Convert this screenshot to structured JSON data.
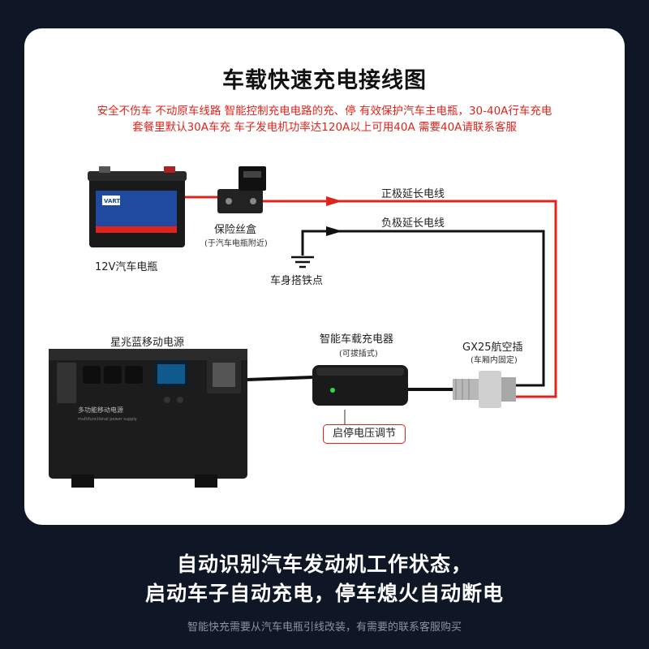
{
  "diagram": {
    "title": "车载快速充电接线图",
    "subtitle_line1": "安全不伤车 不动原车线路 智能控制充电电路的充、停 有效保护汽车主电瓶，30-40A行车充电",
    "subtitle_line2": "套餐里默认30A车充 车子发电机功率达120A以上可用40A 需要40A请联系客服",
    "battery_brand": "VARTA",
    "battery_label": "12V汽车电瓶",
    "fuse_label": "保险丝盒",
    "fuse_note": "(于汽车电瓶附近)",
    "positive_wire": "正极延长电线",
    "negative_wire": "负极延长电线",
    "ground_label": "车身搭铁点",
    "power_station_label": "星兆蓝移动电源",
    "power_station_brand": "多功能移动电源",
    "power_station_sub": "multifunctional power supply",
    "charger_label": "智能车载充电器",
    "charger_note": "(可拔插式)",
    "connector_label": "GX25航空插",
    "connector_note": "(车厢内固定)",
    "callout": "启停电压调节",
    "colors": {
      "positive": "#e0241b",
      "negative": "#111111"
    }
  },
  "footer": {
    "line1": "自动识别汽车发动机工作状态，",
    "line2": "启动车子自动充电，停车熄火自动断电",
    "note": "智能快充需要从汽车电瓶引线改装，有需要的联系客服购买"
  }
}
